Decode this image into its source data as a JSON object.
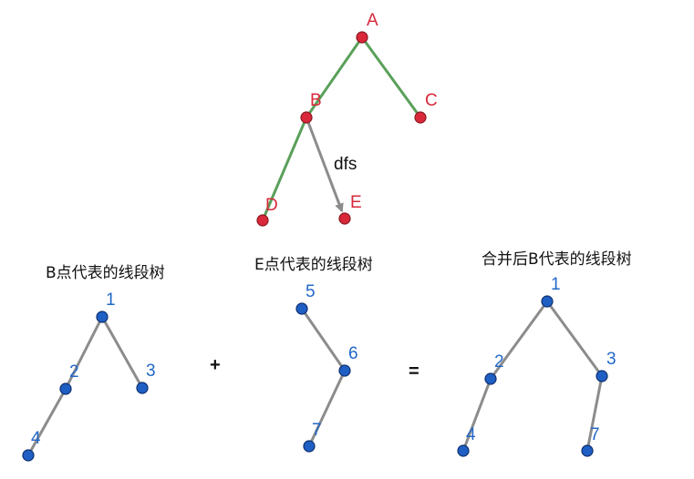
{
  "colors": {
    "red_node": "#d8283a",
    "red_stroke": "#8a1a22",
    "blue_node": "#1f5fc4",
    "blue_stroke": "#0d2f6e",
    "green_edge": "#5aa05a",
    "gray_edge": "#8c8c8c",
    "red_label": "#d8283a",
    "blue_label": "#2268c8"
  },
  "top_tree": {
    "nodes": [
      {
        "id": "A",
        "label": "A"
      },
      {
        "id": "B",
        "label": "B"
      },
      {
        "id": "C",
        "label": "C"
      },
      {
        "id": "D",
        "label": "D"
      },
      {
        "id": "E",
        "label": "E"
      }
    ],
    "edges": [
      {
        "from": "A",
        "to": "B",
        "style": "green"
      },
      {
        "from": "A",
        "to": "C",
        "style": "green"
      },
      {
        "from": "B",
        "to": "D",
        "style": "green"
      },
      {
        "from": "B",
        "to": "E",
        "style": "gray-arrow"
      }
    ],
    "arrow_label": "dfs"
  },
  "trees": [
    {
      "title": "B点代表的线段树",
      "nodes": [
        {
          "id": "1",
          "label": "1"
        },
        {
          "id": "2",
          "label": "2"
        },
        {
          "id": "3",
          "label": "3"
        },
        {
          "id": "4",
          "label": "4"
        }
      ],
      "edges": [
        [
          "1",
          "2"
        ],
        [
          "1",
          "3"
        ],
        [
          "2",
          "4"
        ]
      ]
    },
    {
      "title": "E点代表的线段树",
      "nodes": [
        {
          "id": "5",
          "label": "5"
        },
        {
          "id": "6",
          "label": "6"
        },
        {
          "id": "7",
          "label": "7"
        }
      ],
      "edges": [
        [
          "5",
          "6"
        ],
        [
          "6",
          "7"
        ]
      ]
    },
    {
      "title": "合并后B代表的线段树",
      "nodes": [
        {
          "id": "1",
          "label": "1"
        },
        {
          "id": "2",
          "label": "2"
        },
        {
          "id": "3",
          "label": "3"
        },
        {
          "id": "4",
          "label": "4"
        },
        {
          "id": "7",
          "label": "7"
        }
      ],
      "edges": [
        [
          "1",
          "2"
        ],
        [
          "1",
          "3"
        ],
        [
          "2",
          "4"
        ],
        [
          "3",
          "7"
        ]
      ]
    }
  ],
  "operators": {
    "plus": "+",
    "equals": "="
  }
}
